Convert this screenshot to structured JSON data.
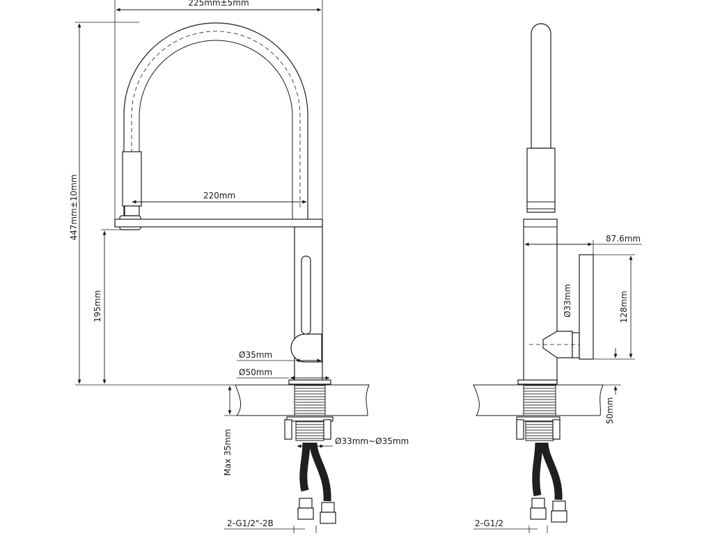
{
  "front_view": {
    "width_overall": "225mm±5mm",
    "height_overall": "447mm±10mm",
    "spout_reach": "220mm",
    "spout_height": "195mm",
    "body_diameter": "Ø35mm",
    "base_diameter": "Ø50mm",
    "mounting_hole": "Ø33mm~Ø35mm",
    "max_thickness": "Max 35mm",
    "connection": "2-G1/2\"-2B"
  },
  "side_view": {
    "lever_length": "87.6mm",
    "body_diameter": "Ø33mm",
    "lever_height": "128mm",
    "base_height": "50mm",
    "connection": "2-G1/2"
  }
}
